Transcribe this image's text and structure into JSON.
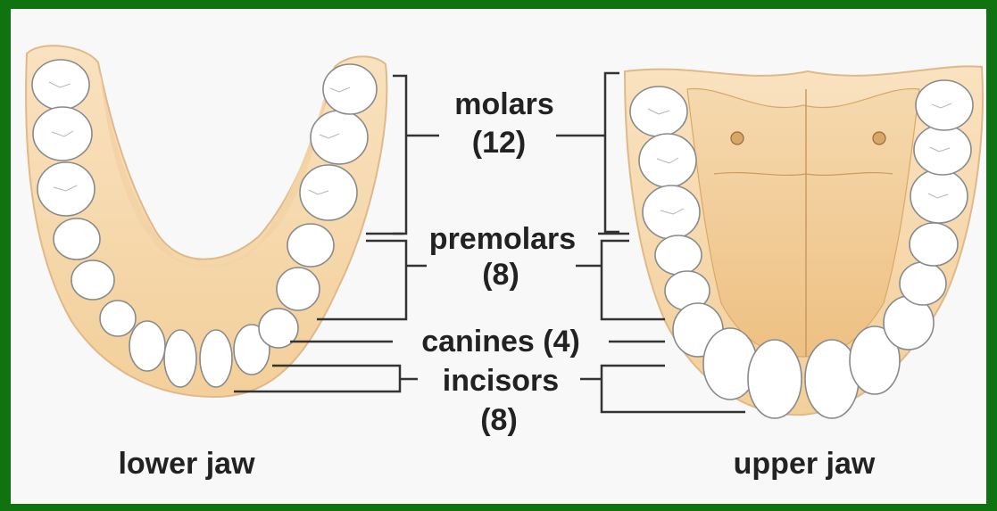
{
  "labels": {
    "molars": "molars",
    "molars_count": "(12)",
    "premolars": "premolars",
    "premolars_count": "(8)",
    "canines": "canines (4)",
    "incisors": "incisors",
    "incisors_count": "(8)"
  },
  "jaws": {
    "lower": "lower jaw",
    "upper": "upper jaw"
  },
  "colors": {
    "border": "#0f730f",
    "background": "#f8f8f8",
    "gum": "#f5d6a8",
    "palate": "#f0c98a",
    "tooth": "#ffffff",
    "outline": "#8a8a8a",
    "text": "#222222",
    "leader_line": "#333333"
  }
}
